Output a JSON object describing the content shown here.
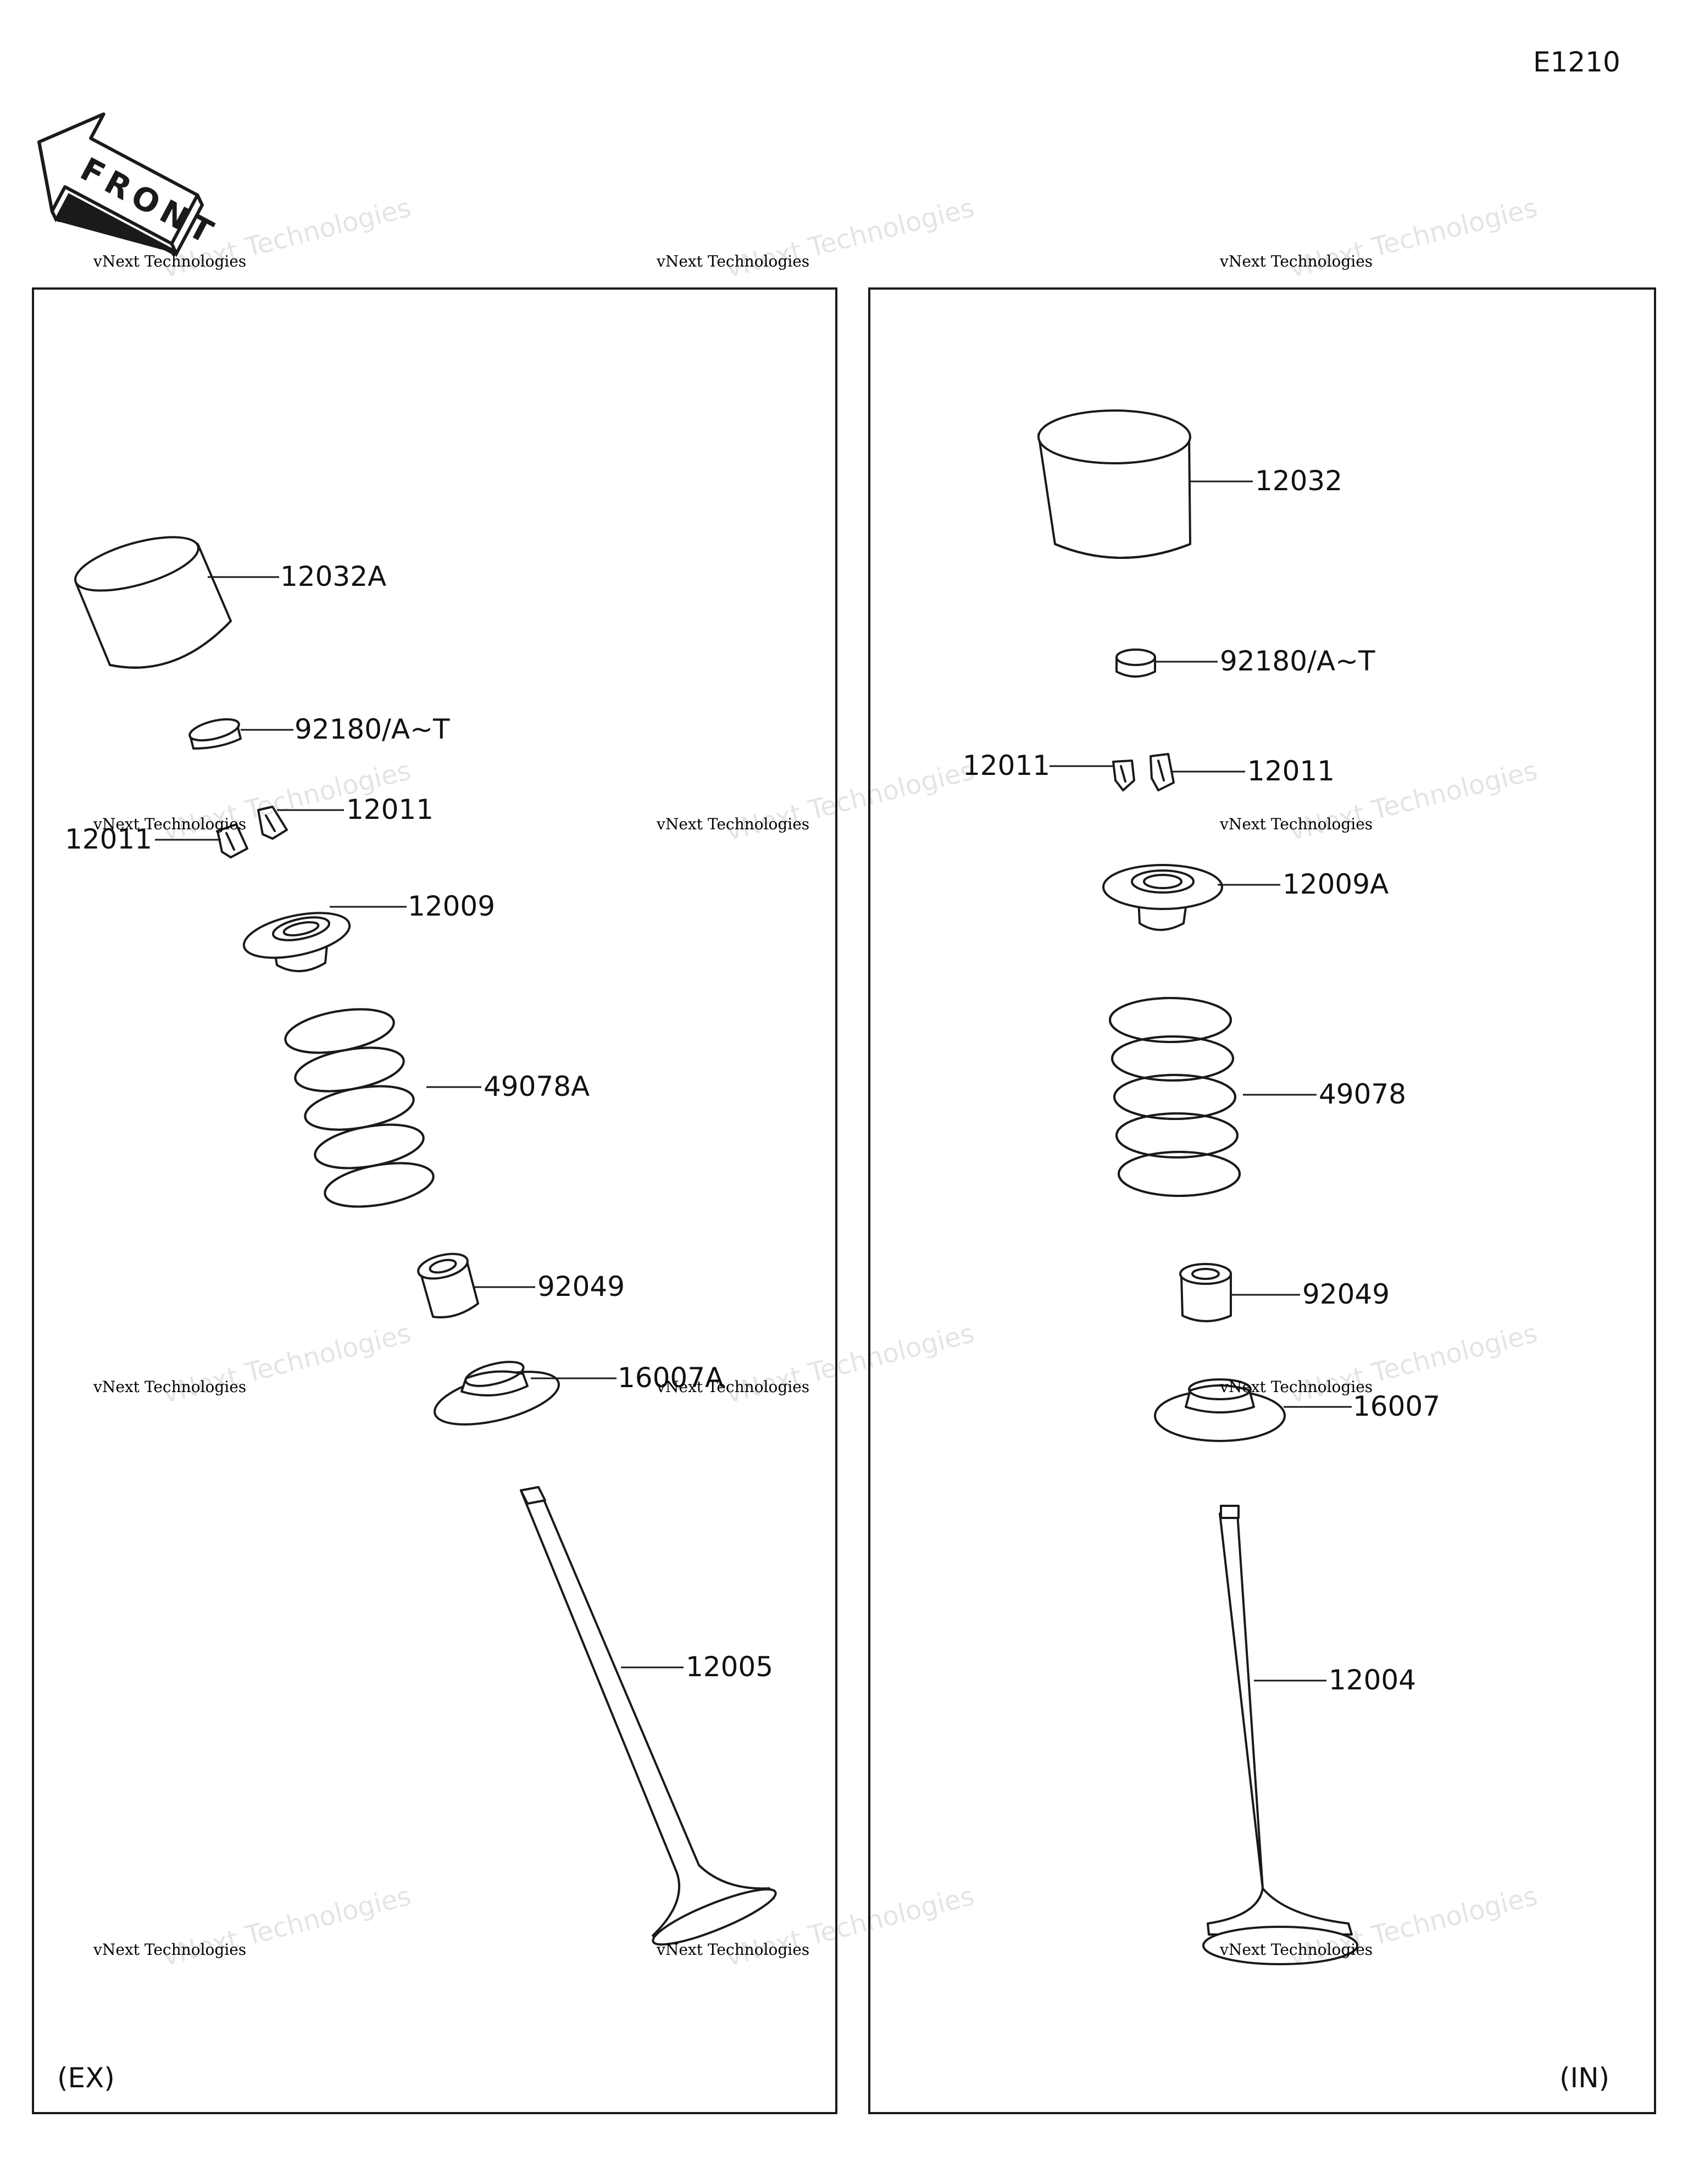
{
  "diagram_code": "E1210",
  "front_arrow_label": "FRONT",
  "panels": {
    "exhaust": {
      "label": "(EX)",
      "parts": {
        "tappet": "12032A",
        "shim": "92180/A~T",
        "cotter_right": "12011",
        "cotter_left": "12011",
        "retainer": "12009",
        "spring": "49078A",
        "stem_seal": "92049",
        "spring_seat": "16007A",
        "valve": "12005"
      }
    },
    "intake": {
      "label": "(IN)",
      "parts": {
        "tappet": "12032",
        "shim": "92180/A~T",
        "cotter_left": "12011",
        "cotter_right": "12011",
        "retainer": "12009A",
        "spring": "49078",
        "stem_seal": "92049",
        "spring_seat": "16007",
        "valve": "12004"
      }
    }
  },
  "watermark": {
    "large": "vNext Technologies",
    "small": "vNext Technologies"
  }
}
